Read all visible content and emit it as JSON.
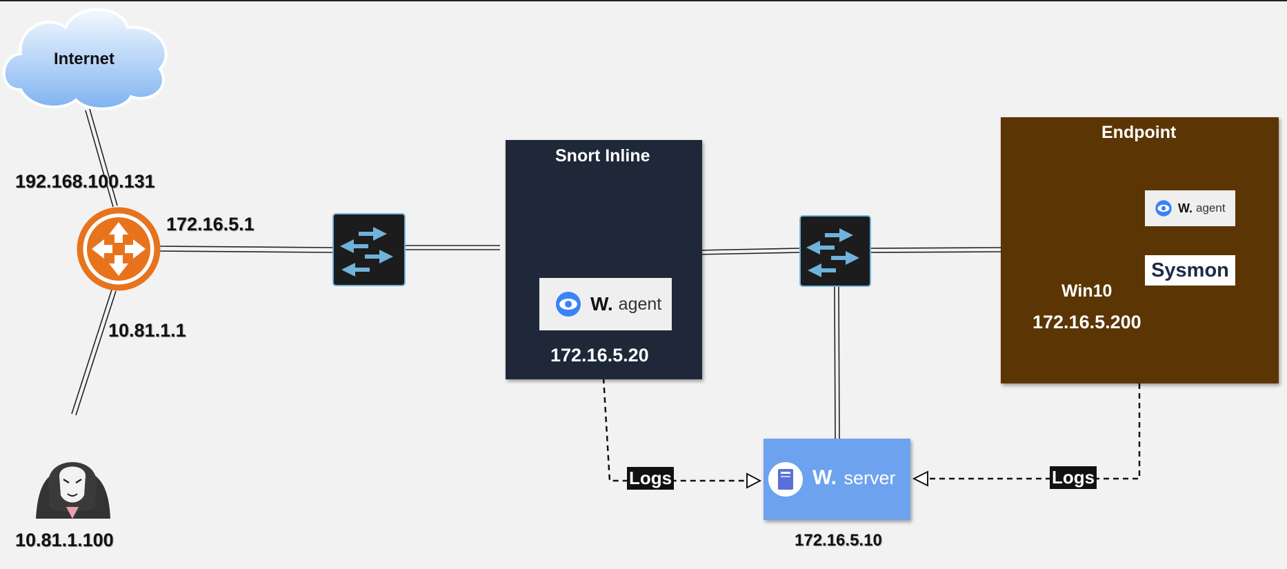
{
  "internet": {
    "label": "Internet"
  },
  "router": {
    "wan_ip": "192.168.100.131",
    "lan_ip": "172.16.5.1",
    "attacker_side_ip": "10.81.1.1"
  },
  "attacker": {
    "ip": "10.81.1.100"
  },
  "snort": {
    "title": "Snort Inline",
    "agent_w": "W.",
    "agent_text": "agent",
    "ip": "172.16.5.20",
    "bg": "#1e2838"
  },
  "endpoint": {
    "title": "Endpoint",
    "host": "Win10",
    "ip": "172.16.5.200",
    "agent_w": "W.",
    "agent_text": "agent",
    "sysmon": "Sysmon",
    "bg": "#5b3504"
  },
  "server": {
    "w": "W.",
    "text": "server",
    "ip": "172.16.5.10",
    "bg": "#6da3ee"
  },
  "logs": {
    "left": "Logs",
    "right": "Logs"
  },
  "colors": {
    "router": "#e8731d",
    "switch": "#1c1c1c",
    "arrows": "#6fb2dc",
    "wazuh": "#3b82f6"
  }
}
